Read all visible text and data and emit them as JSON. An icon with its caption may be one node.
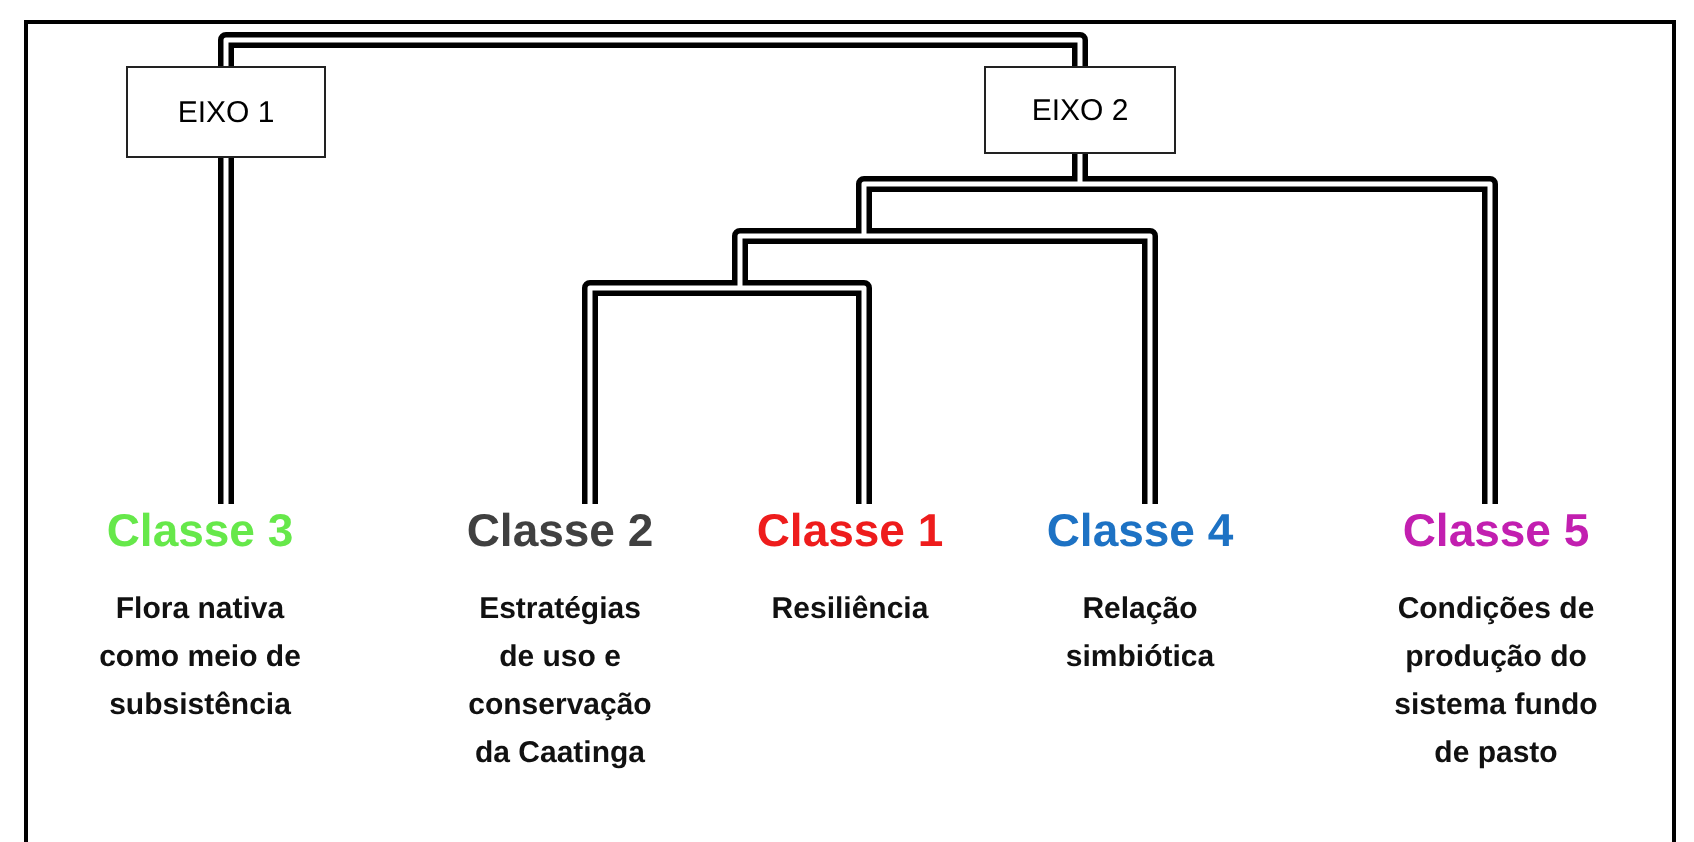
{
  "diagram": {
    "nodes": [
      {
        "text": [
          "EIXO 1"
        ]
      },
      {
        "text": [
          "EIXO 2"
        ]
      },
      {
        "text": [
          "Classe 3",
          "Flora nativa como meio de subsistência"
        ]
      },
      {
        "text": [
          "Classe 2",
          "Estratégias de uso e conservação da Caatinga"
        ]
      },
      {
        "text": [
          "Classe 1",
          "Resiliência"
        ]
      },
      {
        "text": [
          "Classe 4",
          "Relação simbiótica"
        ]
      },
      {
        "text": [
          "Classe 5",
          "Condições de produção do sistema fundo de pasto"
        ]
      }
    ],
    "edges": [
      {
        "from": 0,
        "to": 1,
        "arrow": "none"
      },
      {
        "from": 0,
        "to": 2,
        "arrow": "none"
      },
      {
        "from": 1,
        "to": 3,
        "arrow": "none"
      },
      {
        "from": 1,
        "to": 4,
        "arrow": "none"
      },
      {
        "from": 1,
        "to": 5,
        "arrow": "none"
      },
      {
        "from": 1,
        "to": 6,
        "arrow": "none"
      }
    ]
  }
}
